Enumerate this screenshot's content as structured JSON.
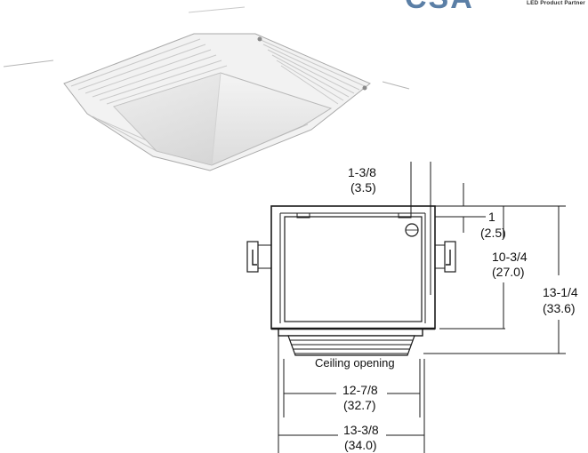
{
  "header": {
    "logo_text": "CSA",
    "partner_text": "LED Product Partner"
  },
  "diagram": {
    "caption": "Ceiling opening",
    "dimensions": {
      "top_width": {
        "imperial": "1-3/8",
        "metric": "(3.5)"
      },
      "lip": {
        "imperial": "1",
        "metric": "(2.5)"
      },
      "housing_height": {
        "imperial": "10-3/4",
        "metric": "(27.0)"
      },
      "total_height": {
        "imperial": "13-1/4",
        "metric": "(33.6)"
      },
      "opening_width": {
        "imperial": "12-7/8",
        "metric": "(32.7)"
      },
      "overall_width": {
        "imperial": "13-3/8",
        "metric": "(34.0)"
      }
    }
  }
}
